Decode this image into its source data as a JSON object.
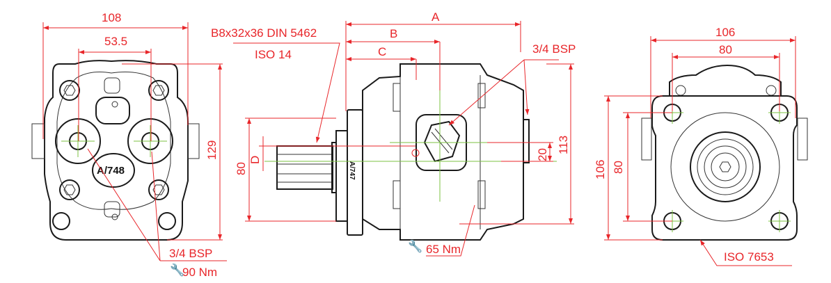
{
  "title": "Gear pump dimensional drawing",
  "colors": {
    "dimension": "#e8262a",
    "outline": "#1a1a1a",
    "centerline": "#7bc142"
  },
  "front_view": {
    "width_overall": "108",
    "port_spacing": "53.5",
    "height_overall": "129",
    "port_thread": "3/4 BSP",
    "port_torque": "90 Nm",
    "body_marking": "A/748"
  },
  "side_view": {
    "shaft_spec_line1": "B8x32x36 DIN 5462",
    "shaft_spec_line2": "ISO 14",
    "dim_a": "A",
    "dim_b": "B",
    "dim_c": "C",
    "dim_d": "D",
    "pilot_diameter": "80",
    "port_offset": "20",
    "height": "113",
    "port_thread": "3/4 BSP",
    "port_torque": "65 Nm",
    "flange_marking": "A/747"
  },
  "rear_view": {
    "flange_width": "106",
    "bolt_spacing_h": "80",
    "flange_height": "106",
    "bolt_spacing_v": "80",
    "flange_standard": "ISO 7653"
  }
}
